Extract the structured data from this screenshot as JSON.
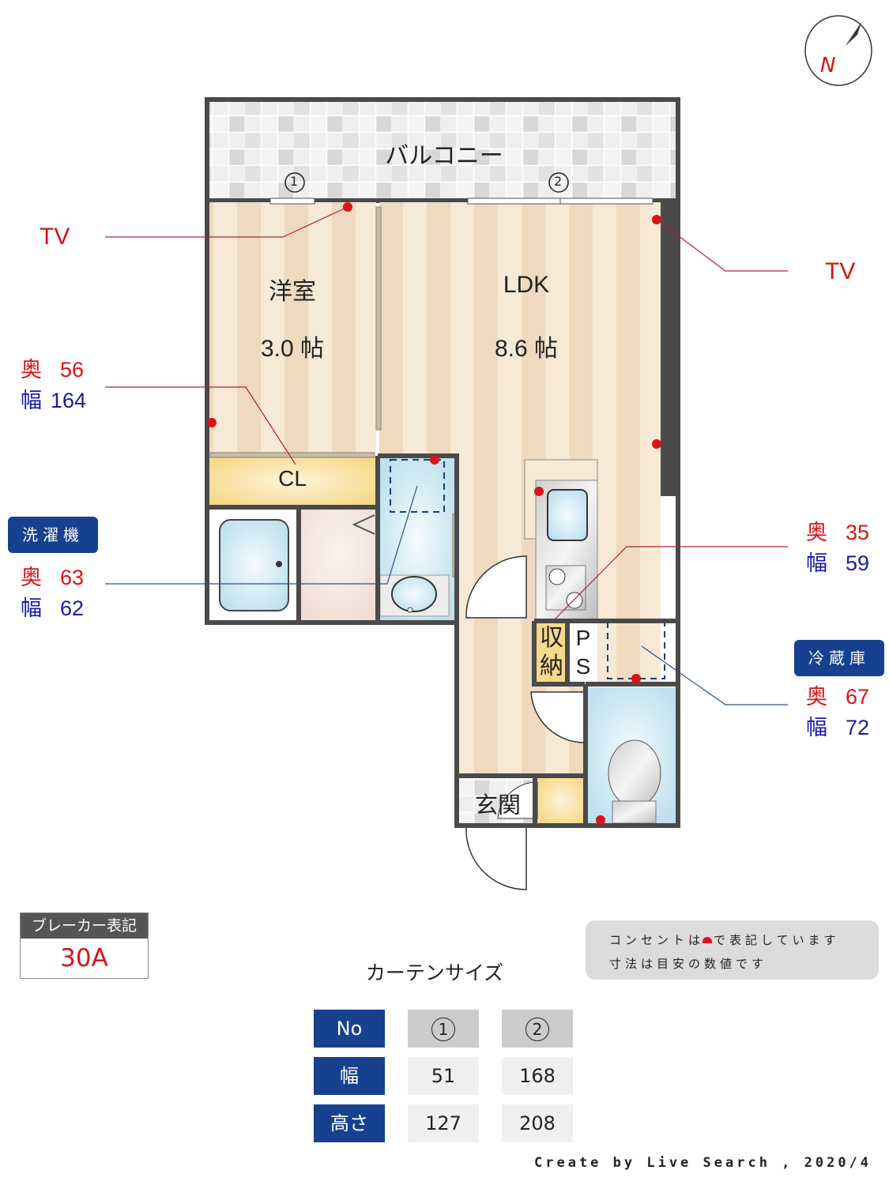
{
  "compass": {
    "label": "N",
    "icon": "north-arrow-icon"
  },
  "rooms": {
    "balcony": "バルコニー",
    "western_room": {
      "name": "洋室",
      "size": "3.0 帖"
    },
    "ldk": {
      "name": "LDK",
      "size": "8.6 帖"
    },
    "closet": "CL",
    "storage": "収納",
    "ps": "PS",
    "entrance": "玄関"
  },
  "window_markers": [
    "①",
    "②"
  ],
  "annotations": {
    "tv_left": "TV",
    "tv_right": "TV",
    "closet_dims": {
      "depth_label": "奥",
      "depth": "56",
      "width_label": "幅",
      "width": "164"
    },
    "washer": {
      "title": "洗濯機",
      "depth_label": "奥",
      "depth": "63",
      "width_label": "幅",
      "width": "62"
    },
    "kitchen_dims": {
      "depth_label": "奥",
      "depth": "35",
      "width_label": "幅",
      "width": "59"
    },
    "fridge": {
      "title": "冷蔵庫",
      "depth_label": "奥",
      "depth": "67",
      "width_label": "幅",
      "width": "72"
    }
  },
  "breaker": {
    "label": "ブレーカー表記",
    "value": "30A"
  },
  "note": {
    "line1_before": "コンセントは",
    "line1_after": "で表記しています",
    "line2": "寸法は目安の数値です",
    "outlet_color": "#d7141a"
  },
  "curtain_table": {
    "title": "カーテンサイズ",
    "headers": [
      "No",
      "幅",
      "高さ"
    ],
    "columns": [
      {
        "no": "1",
        "width": "51",
        "height": "127"
      },
      {
        "no": "2",
        "width": "168",
        "height": "208"
      }
    ]
  },
  "footer": "Create by Live Search , 2020/4",
  "colors": {
    "accent_blue": "#17418f",
    "outlet_red": "#d7141a",
    "wall": "#4a4a4a",
    "floor_light": "#f6e9d6",
    "floor_dark": "#efd9bf"
  }
}
